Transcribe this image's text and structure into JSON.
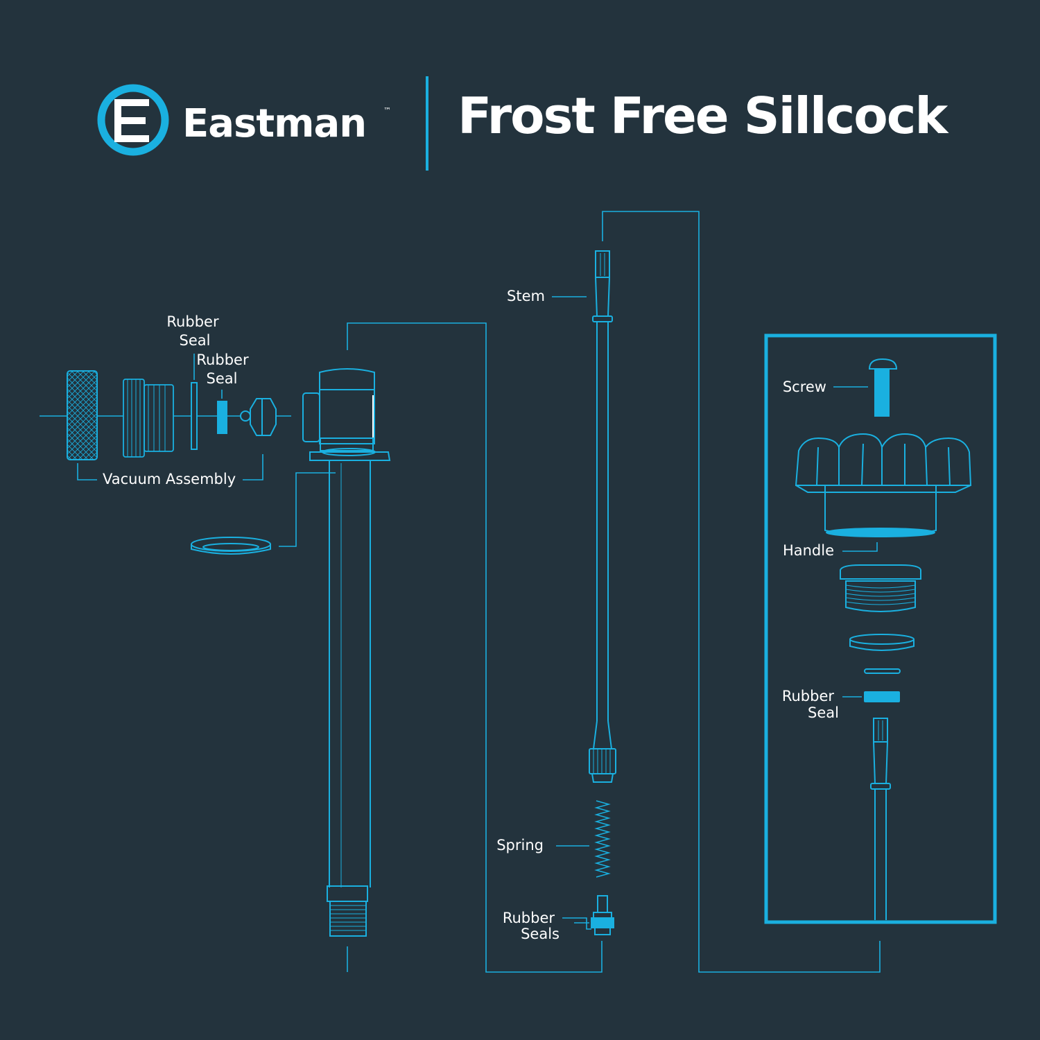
{
  "header": {
    "brand": "Eastman",
    "trademark": "™",
    "title": "Frost Free Sillcock"
  },
  "icons": {
    "logo": "eastman-e-logo-icon"
  },
  "colors": {
    "background": "#23333d",
    "accent": "#1ab0e0",
    "text": "#ffffff"
  },
  "parts": {
    "rubber_seal_1": [
      "Rubber",
      "Seal"
    ],
    "rubber_seal_2": [
      "Rubber",
      "Seal"
    ],
    "vacuum_assembly": "Vacuum Assembly",
    "stem": "Stem",
    "spring": "Spring",
    "rubber_seals": [
      "Rubber",
      "Seals"
    ],
    "screw": "Screw",
    "handle": "Handle",
    "rubber_seal_3": [
      "Rubber",
      "Seal"
    ]
  }
}
